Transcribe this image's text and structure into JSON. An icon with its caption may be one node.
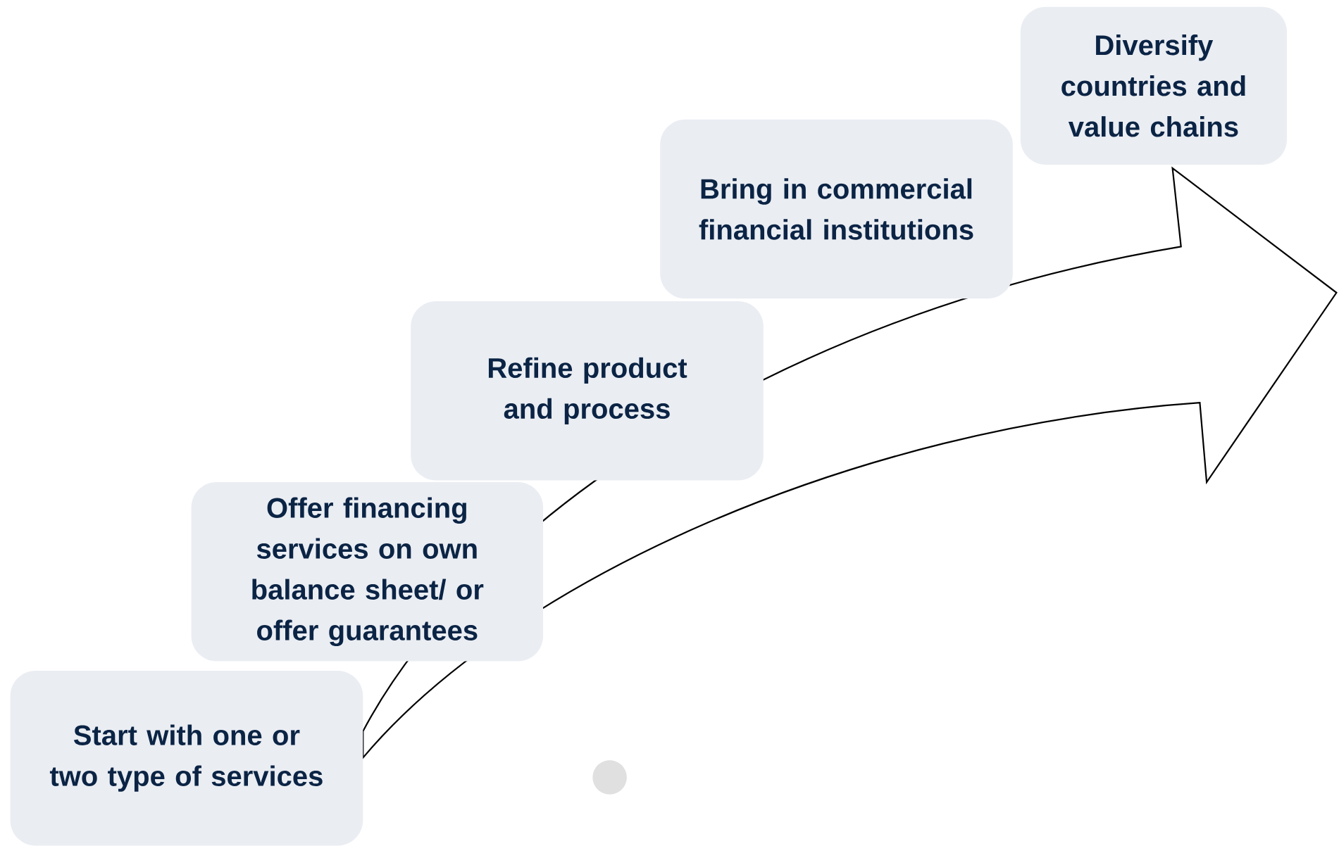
{
  "diagram": {
    "nodes": [
      {
        "text": [
          "Start with one or two type of services"
        ]
      },
      {
        "text": [
          "Offer financing services on own balance sheet/ or offer guarantees"
        ]
      },
      {
        "text": [
          "Refine product and process"
        ]
      },
      {
        "text": [
          "Bring in commercial financial institutions"
        ]
      },
      {
        "text": [
          "Diversify countries and value chains"
        ]
      }
    ]
  }
}
